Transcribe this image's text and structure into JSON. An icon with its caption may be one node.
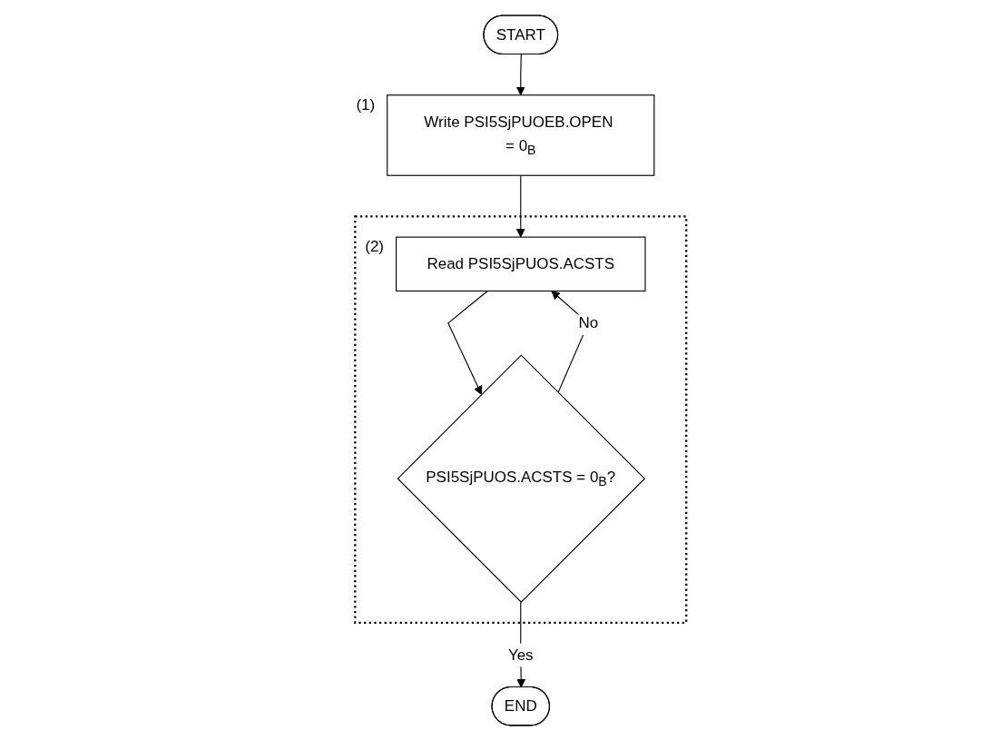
{
  "diagram": {
    "nodes": [
      {
        "text": [
          "START"
        ]
      },
      {
        "text": [
          "Write PSI5SjPUOEB.OPEN = 0$_{B}$"
        ],
        "beside": [
          "(1)"
        ]
      },
      {
        "text": [],
        "shape": "box"
      },
      {
        "text": [
          "Read PSI5SjPUOS.ACSTS"
        ],
        "in": 2,
        "beside": [
          "(2)"
        ]
      },
      {
        "text": [
          "PSI5SjPUOS.ACSTS = 0$_{B}$?"
        ],
        "in": 2
      },
      {
        "text": [
          "END"
        ]
      }
    ],
    "edges": [
      {
        "from": 0,
        "to": 1,
        "arrow": "to"
      },
      {
        "from": 1,
        "to": 3,
        "arrow": "to"
      },
      {
        "from": 3,
        "to": 4,
        "arrow": "to"
      },
      {
        "from": 4,
        "to": 3,
        "arrow": "to",
        "label": "No"
      },
      {
        "from": 4,
        "to": 5,
        "arrow": "to",
        "label": "Yes"
      }
    ]
  }
}
